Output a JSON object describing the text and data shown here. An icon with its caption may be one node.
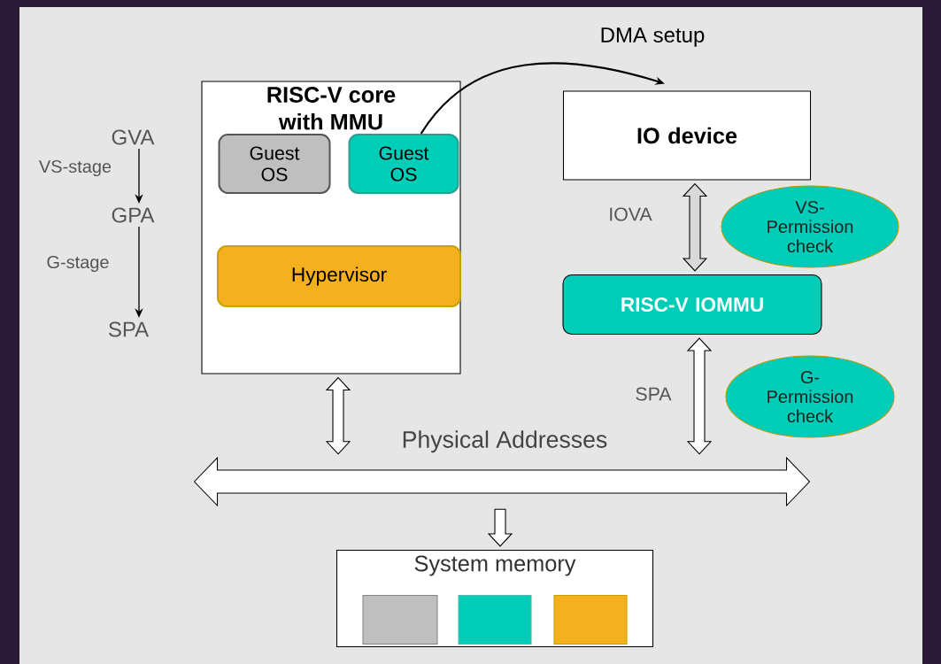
{
  "diagram": {
    "nodes": [
      {
        "text": [
          "RISC-V core with MMU"
        ]
      },
      {
        "text": [
          "Guest OS"
        ],
        "in": 0
      },
      {
        "text": [
          "Guest OS"
        ],
        "in": 0
      },
      {
        "text": [
          "Hypervisor"
        ],
        "in": 0
      },
      {
        "text": [
          "IO device"
        ]
      },
      {
        "text": [
          "VS- Permission check"
        ]
      },
      {
        "text": [
          "RISC-V IOMMU"
        ]
      },
      {
        "text": [
          "G- Permission check"
        ]
      },
      {
        "text": [],
        "shape": "bar",
        "beside": [
          "Physical Addresses"
        ]
      },
      {
        "text": [
          "System memory"
        ]
      },
      {
        "text": [],
        "shape": "box",
        "in": 9
      },
      {
        "text": [],
        "shape": "box",
        "in": 9
      },
      {
        "text": [],
        "shape": "box",
        "in": 9
      },
      {
        "text": [
          "GVA"
        ]
      },
      {
        "text": [
          "GPA"
        ]
      },
      {
        "text": [
          "SPA"
        ]
      }
    ],
    "edges": [
      {
        "from": 2,
        "to": 4,
        "arrow": "to",
        "label": "DMA setup"
      },
      {
        "from": 4,
        "to": 6,
        "arrow": "both",
        "label": "IOVA"
      },
      {
        "from": 6,
        "to": 8,
        "arrow": "both",
        "label": "SPA"
      },
      {
        "from": 0,
        "to": 8,
        "arrow": "both"
      },
      {
        "from": 8,
        "to": 9,
        "arrow": "to"
      },
      {
        "from": 13,
        "to": 14,
        "arrow": "to",
        "label": "VS-stage"
      },
      {
        "from": 14,
        "to": 15,
        "arrow": "to",
        "label": "G-stage"
      }
    ]
  }
}
